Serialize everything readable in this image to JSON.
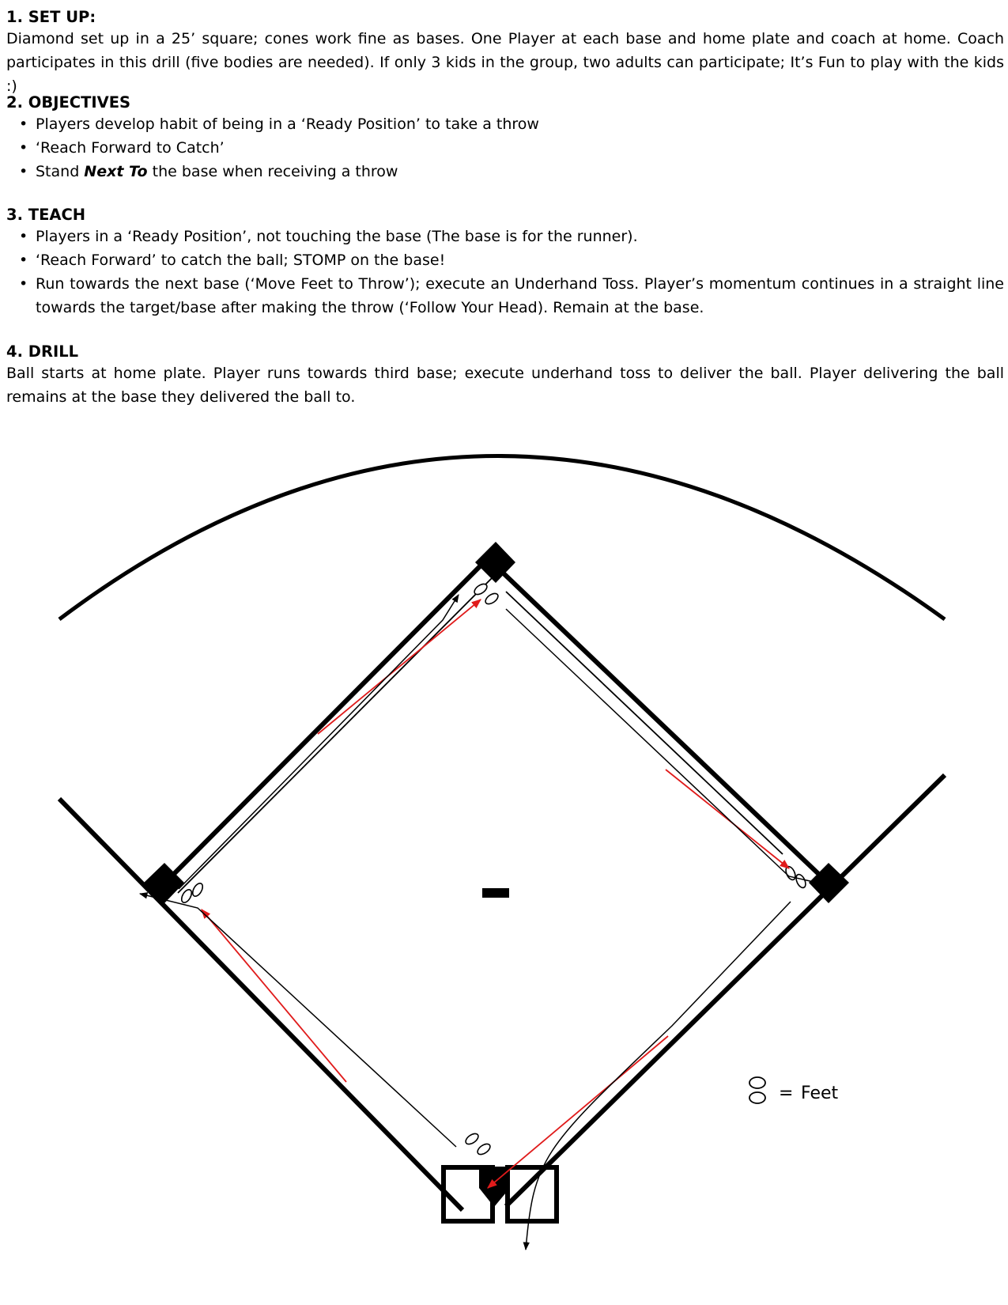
{
  "setup": {
    "heading": "1. SET UP:",
    "text": "Diamond set up in a 25’ square; cones work fine as bases.  One Player at each base and home plate and coach at home.  Coach participates in this drill (five bodies are needed). If only 3 kids in the group, two adults can participate; It’s Fun to play with the kids :)"
  },
  "objectives": {
    "heading": "2. OBJECTIVES",
    "items": [
      "Players develop habit of being in a ‘Ready Position’ to take a throw",
      "‘Reach Forward to Catch’"
    ],
    "item3_prefix": "Stand ",
    "item3_emphasis": "Next To",
    "item3_suffix": " the base when receiving a throw"
  },
  "teach": {
    "heading": "3. TEACH",
    "items": [
      "Players in a ‘Ready Position’, not touching the base (The base is for the runner).",
      "‘Reach Forward’ to catch the ball; STOMP on the base!",
      "Run towards the next base (‘Move Feet to Throw’); execute an Underhand Toss.  Player’s momentum continues in a straight line towards the target/base after making the throw  (‘Follow Your Head).  Remain at the base."
    ]
  },
  "drill": {
    "heading": "4. DRILL",
    "text": "Ball starts at home plate.  Player runs towards third base; execute underhand toss to deliver the ball.  Player delivering the ball remains at the base they delivered the ball to."
  },
  "legend": {
    "equals": "=",
    "label": "Feet"
  },
  "colors": {
    "throw_path": "#e01b1b",
    "run_path": "#000000",
    "lines": "#000000"
  }
}
